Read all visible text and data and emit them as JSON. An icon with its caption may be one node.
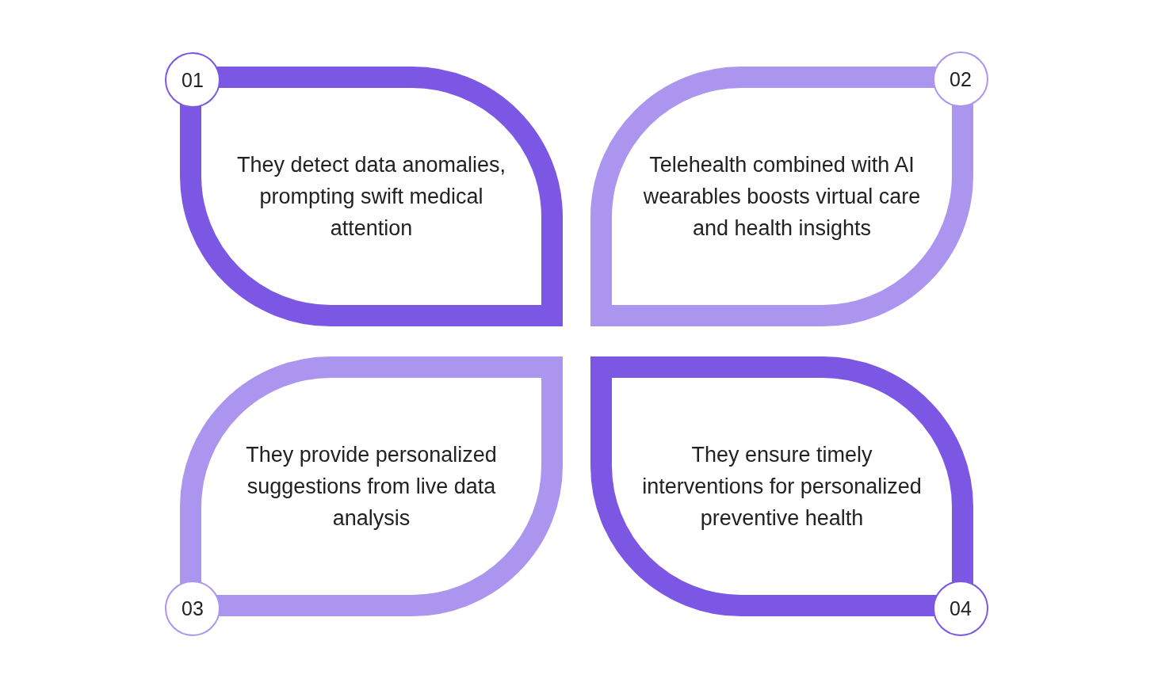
{
  "diagram": {
    "nodes": [
      {
        "text": [
          "01"
        ]
      },
      {
        "text": [
          "They detect data anomalies, prompting swift medical attention"
        ]
      },
      {
        "text": [
          "02"
        ]
      },
      {
        "text": [
          "Telehealth combined with AI wearables boosts virtual care and health insights"
        ]
      },
      {
        "text": [
          "03"
        ]
      },
      {
        "text": [
          "They provide personalized suggestions from live data analysis"
        ]
      },
      {
        "text": [
          "04"
        ]
      },
      {
        "text": [
          "They ensure timely interventions for personalized preventive health"
        ]
      }
    ],
    "edges": []
  }
}
